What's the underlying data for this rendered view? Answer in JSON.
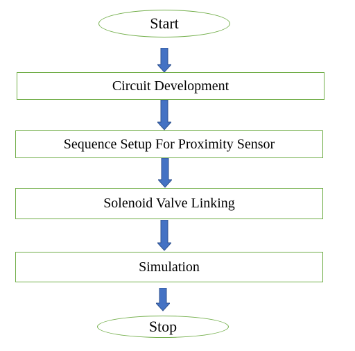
{
  "flowchart": {
    "start_label": "Start",
    "steps": [
      "Circuit Development",
      "Sequence Setup For Proximity Sensor",
      "Solenoid Valve Linking",
      "Simulation"
    ],
    "stop_label": "Stop",
    "colors": {
      "node_border": "#70ad47",
      "arrow_fill": "#4472c4",
      "arrow_stroke": "#2f528f"
    }
  }
}
